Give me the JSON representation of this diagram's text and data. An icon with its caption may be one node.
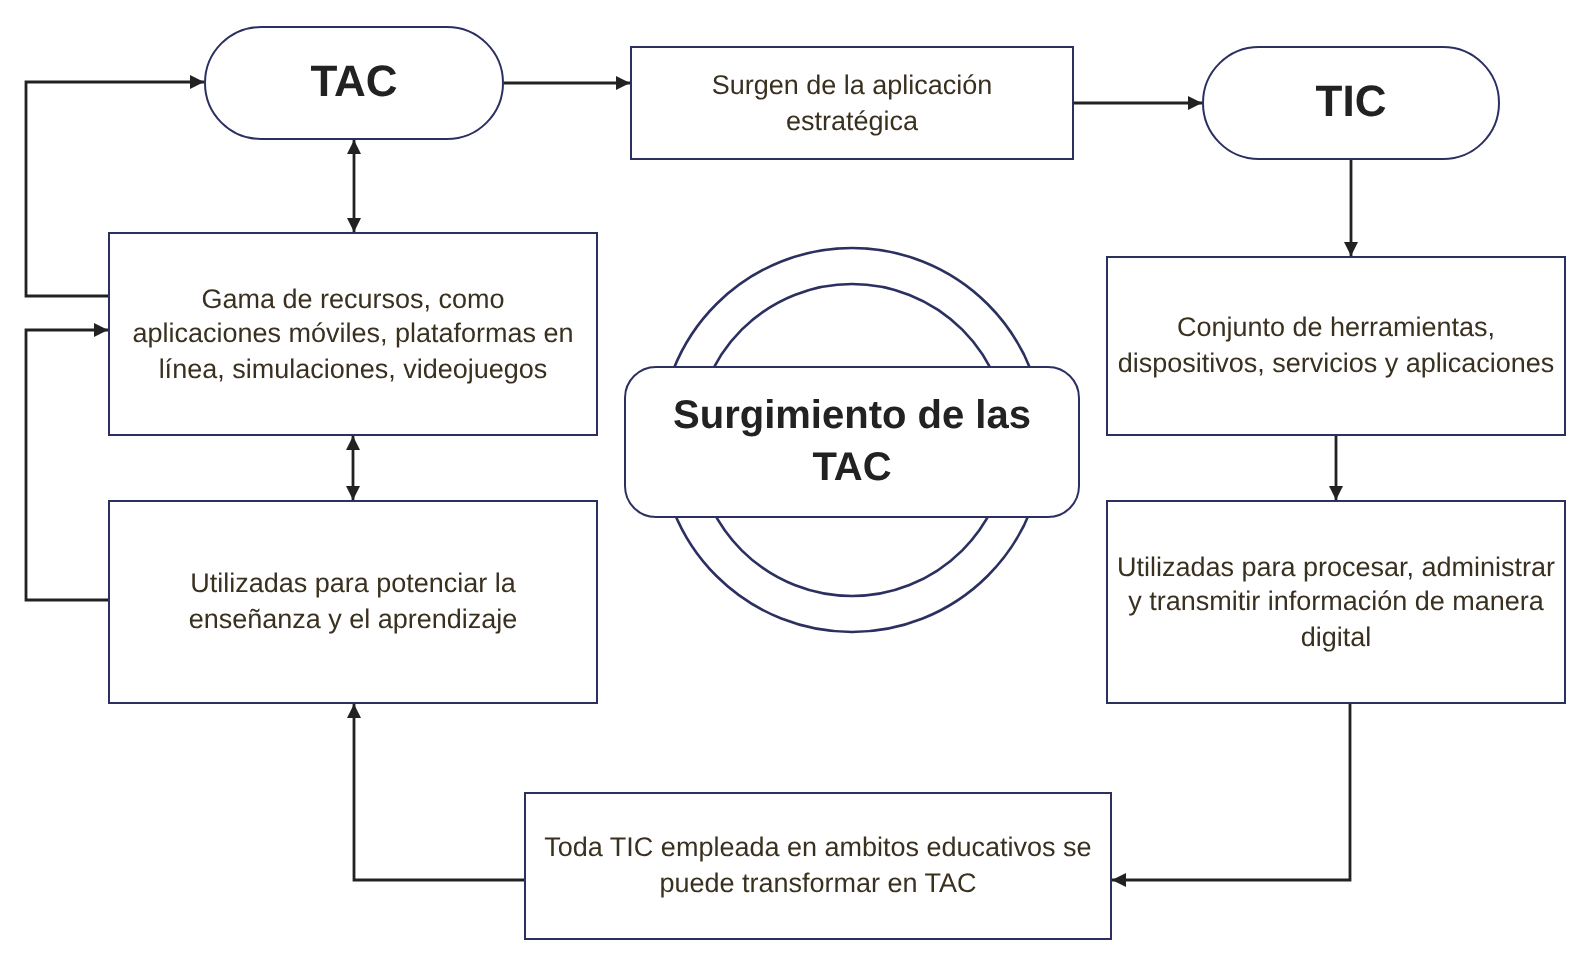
{
  "diagram": {
    "nodes": [
      {
        "text": [
          "TAC"
        ]
      },
      {
        "text": [
          "Surgen de la aplicación estratégica"
        ]
      },
      {
        "text": [
          "TIC"
        ]
      },
      {
        "text": [
          "Gama de recursos, como aplicaciones móviles, plataformas en línea, simulaciones, videojuegos"
        ]
      },
      {
        "text": [
          "Surgimiento de las TAC"
        ]
      },
      {
        "text": [
          "Conjunto de herramientas, dispositivos, servicios y aplicaciones"
        ]
      },
      {
        "text": [
          "Utilizadas para potenciar la enseñanza y el aprendizaje"
        ]
      },
      {
        "text": [
          "Utilizadas para procesar, administrar y transmitir información de manera digital"
        ]
      },
      {
        "text": [
          "Toda TIC empleada en ambitos educativos se puede transformar en TAC"
        ]
      }
    ],
    "edges": [
      {
        "from": 0,
        "to": 1,
        "arrow": "to"
      },
      {
        "from": 1,
        "to": 2,
        "arrow": "to"
      },
      {
        "from": 2,
        "to": 5,
        "arrow": "to"
      },
      {
        "from": 5,
        "to": 7,
        "arrow": "to"
      },
      {
        "from": 7,
        "to": 8,
        "arrow": "to"
      },
      {
        "from": 8,
        "to": 6,
        "arrow": "to"
      },
      {
        "from": 0,
        "to": 3,
        "arrow": "both"
      },
      {
        "from": 3,
        "to": 6,
        "arrow": "both"
      },
      {
        "from": 3,
        "to": 0,
        "arrow": "to"
      },
      {
        "from": 6,
        "to": 3,
        "arrow": "to"
      }
    ]
  }
}
